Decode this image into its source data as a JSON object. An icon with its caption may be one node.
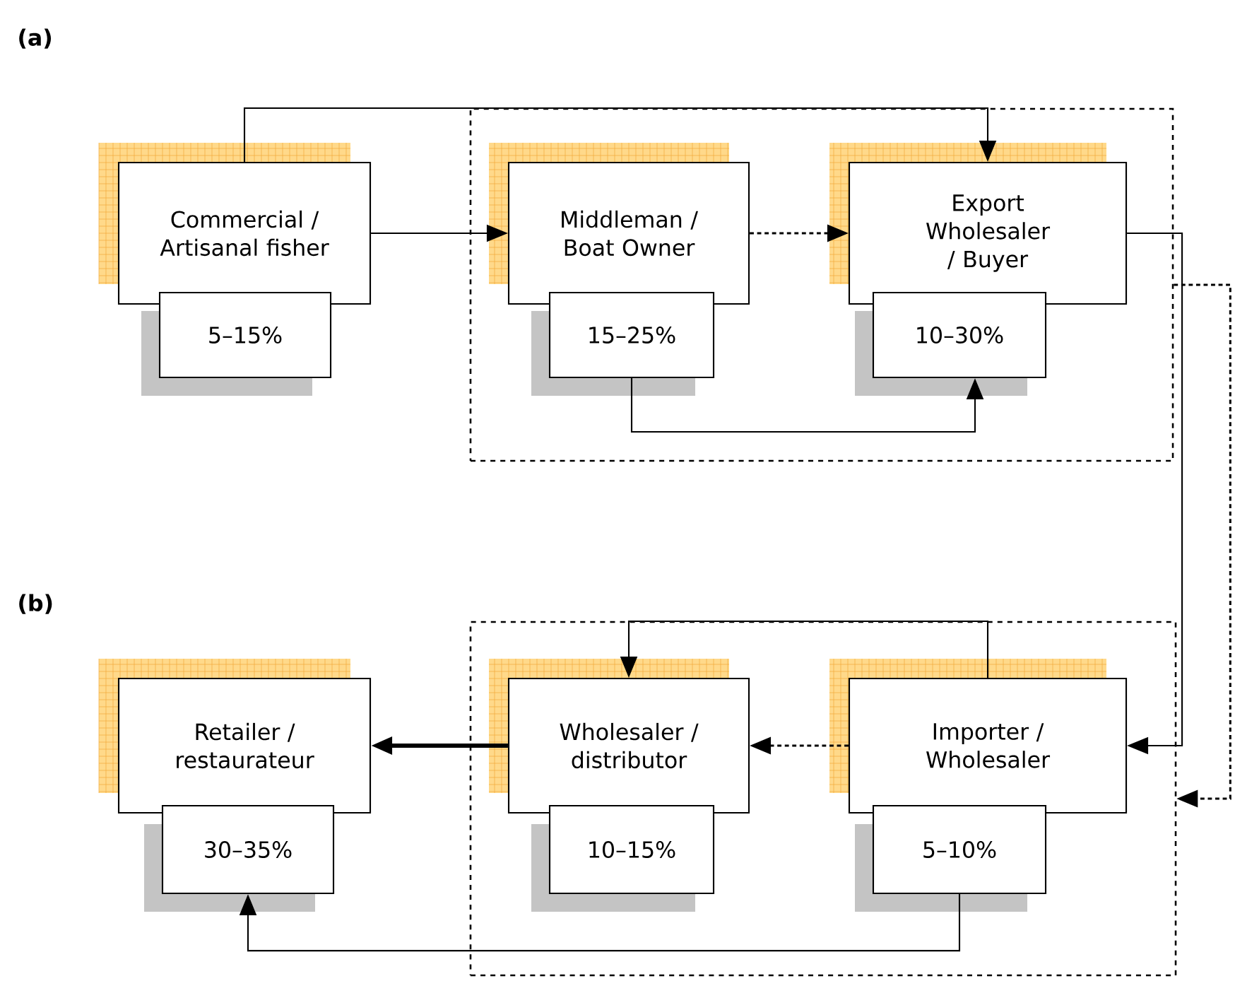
{
  "diagram": {
    "nodes": [
      {
        "text": [],
        "shape": "box"
      },
      {
        "text": [
          "Commercial / Artisanal fisher"
        ]
      },
      {
        "text": [
          "5–15%"
        ]
      },
      {
        "text": [
          "Middleman / Boat Owner"
        ],
        "in": 0
      },
      {
        "text": [
          "15–25%"
        ],
        "in": 0
      },
      {
        "text": [
          "Export Wholesaler / Buyer"
        ],
        "in": 0
      },
      {
        "text": [
          "10–30%"
        ],
        "in": 0
      },
      {
        "text": [],
        "shape": "box"
      },
      {
        "text": [
          "Retailer / restaurateur"
        ]
      },
      {
        "text": [
          "30–35%"
        ]
      },
      {
        "text": [
          "Wholesaler / distributor"
        ],
        "in": 7
      },
      {
        "text": [
          "10–15%"
        ],
        "in": 7
      },
      {
        "text": [
          "Importer / Wholesaler"
        ],
        "in": 7
      },
      {
        "text": [
          "5–10%"
        ],
        "in": 7
      }
    ],
    "edges": [
      {
        "from": 1,
        "to": 3,
        "arrow": "to"
      },
      {
        "from": 3,
        "to": 5,
        "arrow": "to",
        "style": "dashed"
      },
      {
        "from": 1,
        "to": 5,
        "arrow": "to"
      },
      {
        "from": 4,
        "to": 6,
        "arrow": "to"
      },
      {
        "from": 5,
        "to": 12,
        "arrow": "to"
      },
      {
        "from": 0,
        "to": 7,
        "arrow": "to",
        "style": "dashed"
      },
      {
        "from": 12,
        "to": 10,
        "arrow": "to",
        "style": "dashed"
      },
      {
        "from": 10,
        "to": 8,
        "arrow": "to",
        "style": "thick"
      },
      {
        "from": 12,
        "to": 10,
        "arrow": "to"
      },
      {
        "from": 13,
        "to": 9,
        "arrow": "to"
      }
    ],
    "labels": [
      "(a)",
      "(b)"
    ]
  }
}
